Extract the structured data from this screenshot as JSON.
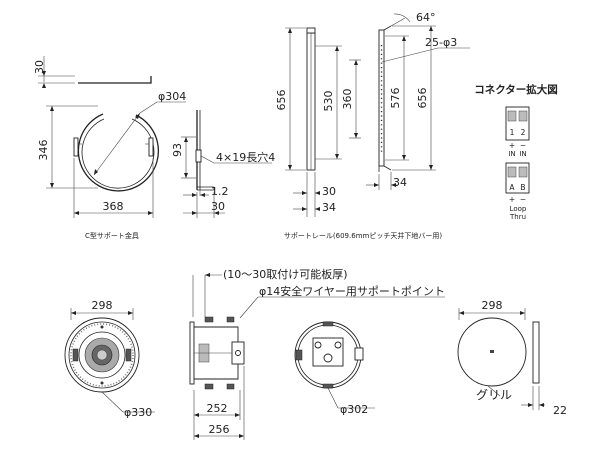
{
  "diagram": {
    "bracket": {
      "dim_30": "30",
      "dim_346": "346",
      "dim_368": "368",
      "dim_phi304": "φ304",
      "caption": "C型サポート金具"
    },
    "bracket_side": {
      "dim_93": "93",
      "slot_label": "4×19長穴4",
      "dim_1_2": "1.2",
      "dim_30": "30"
    },
    "rail_front": {
      "dim_656": "656",
      "dim_530": "530",
      "dim_360": "360",
      "dim_30": "30",
      "dim_34": "34"
    },
    "rail_side": {
      "angle": "64°",
      "holes": "25-φ3",
      "dim_576": "576",
      "dim_656": "656",
      "dim_34": "34"
    },
    "rail_caption": "サポートレール(609.6mmピッチ天井下地バー用)",
    "connector": {
      "title": "コネクター拡大図",
      "in_pins": [
        "1",
        "2"
      ],
      "in_signs": [
        "+",
        "−"
      ],
      "in_labels": [
        "IN",
        "IN"
      ],
      "loop_pins": [
        "A",
        "B"
      ],
      "loop_signs": [
        "+",
        "−"
      ],
      "loop_label_1": "Loop",
      "loop_label_2": "Thru"
    },
    "speaker_front": {
      "dim_298": "298",
      "dim_phi330": "φ330"
    },
    "speaker_side": {
      "thickness_note": "(10～30取付け可能板厚)",
      "wire_note": "φ14安全ワイヤー用サポートポイント",
      "dim_252": "252",
      "dim_256": "256"
    },
    "speaker_back": {
      "dim_phi302": "φ302"
    },
    "grille": {
      "dim_298": "298",
      "label": "グリル",
      "dim_22": "22"
    }
  }
}
